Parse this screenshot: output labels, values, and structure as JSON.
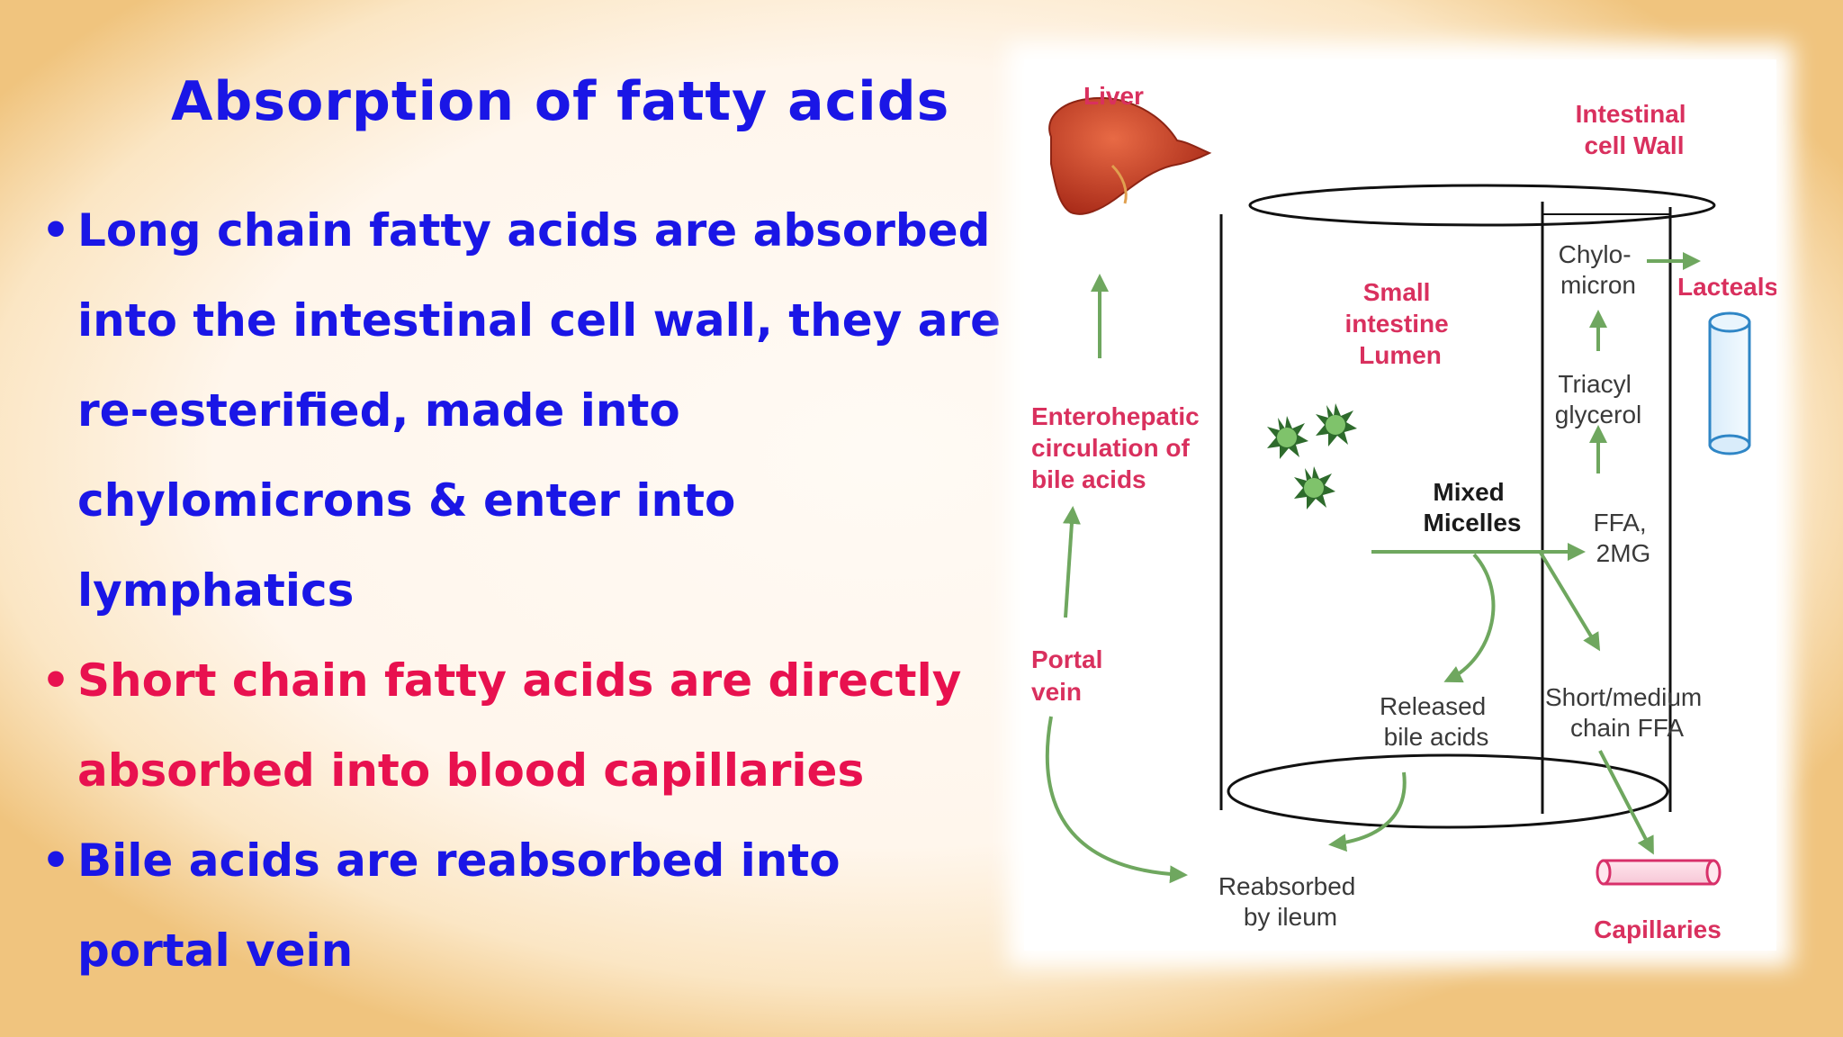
{
  "slide": {
    "title": "Absorption of fatty acids",
    "bullet_symbol": "•",
    "bullets": [
      {
        "color": "#1a16e6",
        "lines": [
          "Long chain fatty acids are absorbed",
          "into the intestinal cell wall, they are",
          "re-esterified, made into",
          "chylomicrons & enter into",
          "lymphatics"
        ]
      },
      {
        "color": "#e8114f",
        "lines": [
          "Short chain fatty acids are directly",
          "absorbed into blood capillaries"
        ]
      },
      {
        "color": "#1a16e6",
        "lines": [
          "Bile acids are reabsorbed into",
          "portal vein"
        ]
      }
    ]
  },
  "diagram": {
    "colors": {
      "arrow": "#6fa75f",
      "pink_label": "#d9305e",
      "lacteal": "#2f86c6",
      "capillary": "#d8306a",
      "liver": "#c8412a"
    },
    "labels": {
      "liver": "Liver",
      "intestinal_cell_wall": [
        "Intestinal",
        "cell Wall"
      ],
      "chylomicron": [
        "Chylo-",
        "micron"
      ],
      "lacteals": "Lacteals",
      "small_intestine_lumen": [
        "Small",
        "intestine",
        "Lumen"
      ],
      "triacylglycerol": [
        "Triacyl",
        "glycerol"
      ],
      "enterohepatic": [
        "Enterohepatic",
        "circulation of",
        "bile acids"
      ],
      "mixed_micelles": [
        "Mixed",
        "Micelles"
      ],
      "ffa_2mg": [
        "FFA,",
        "2MG"
      ],
      "portal_vein": [
        "Portal",
        "vein"
      ],
      "released_bile_acids": [
        "Released",
        "bile acids"
      ],
      "short_medium_ffa": [
        "Short/medium",
        "chain FFA"
      ],
      "reabsorbed_by_ileum": [
        "Reabsorbed",
        "by ileum"
      ],
      "capillaries": "Capillaries"
    },
    "icons": [
      "liver-icon",
      "micelle-icon",
      "lacteal-tube-icon",
      "capillary-tube-icon"
    ]
  }
}
